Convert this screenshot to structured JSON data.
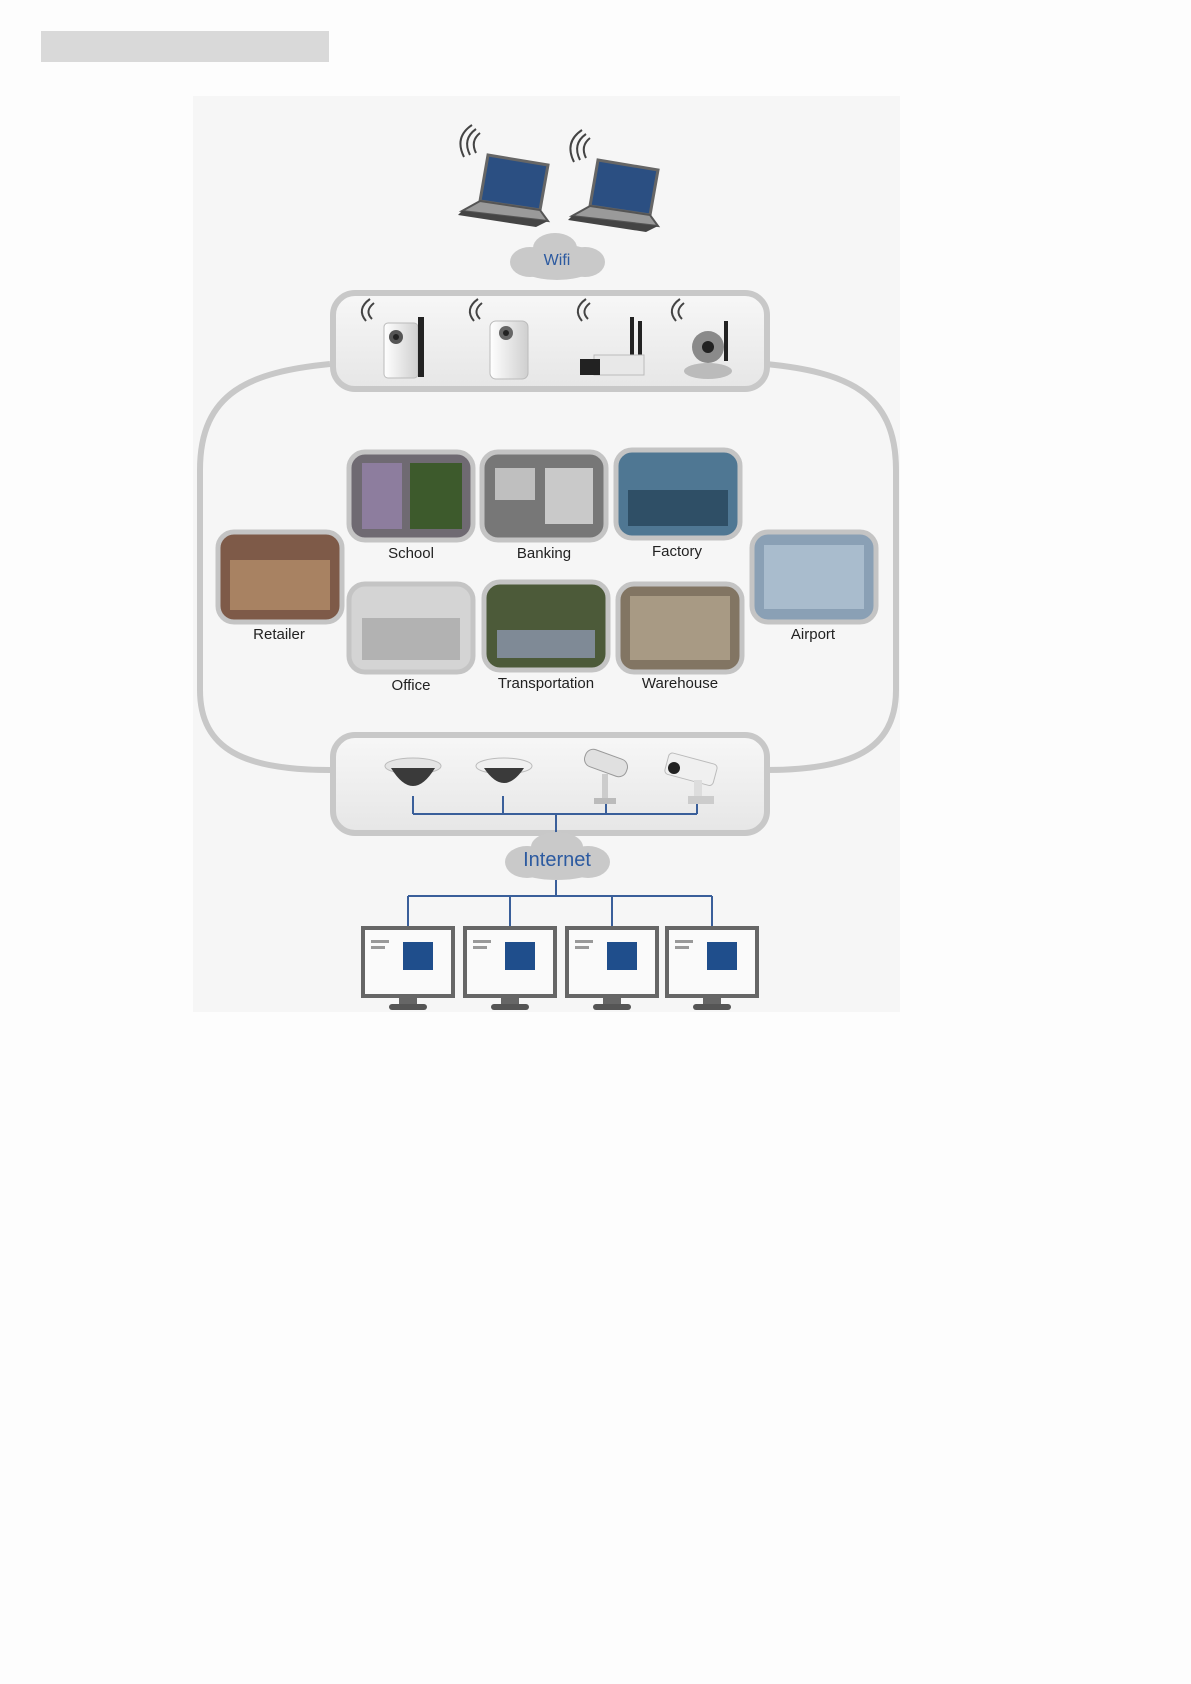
{
  "header_bar": "",
  "clouds": {
    "wifi": "Wifi",
    "internet": "Internet"
  },
  "locations": [
    {
      "key": "school",
      "label": "School"
    },
    {
      "key": "banking",
      "label": "Banking"
    },
    {
      "key": "factory",
      "label": "Factory"
    },
    {
      "key": "retailer",
      "label": "Retailer"
    },
    {
      "key": "airport",
      "label": "Airport"
    },
    {
      "key": "office",
      "label": "Office"
    },
    {
      "key": "transportation",
      "label": "Transportation"
    },
    {
      "key": "warehouse",
      "label": "Warehouse"
    }
  ],
  "colors": {
    "connector_line": "#3a5f9a",
    "loop_border": "#c8c8c8",
    "screen_blue": "#1f4e8c",
    "cloud": "#c9c9c9",
    "cloud_text": "#2c5aa0"
  },
  "icons": {
    "laptops": [
      "laptop-icon",
      "laptop-icon"
    ],
    "wireless_cameras": [
      "wireless-cube-camera-icon",
      "wireless-box-camera-icon",
      "wireless-bullet-camera-icon",
      "wireless-ptz-camera-icon"
    ],
    "wired_cameras": [
      "dome-camera-icon",
      "dome-camera-icon",
      "bullet-camera-icon",
      "outdoor-camera-icon"
    ],
    "monitors": [
      "monitor-icon",
      "monitor-icon",
      "monitor-icon",
      "monitor-icon"
    ]
  }
}
